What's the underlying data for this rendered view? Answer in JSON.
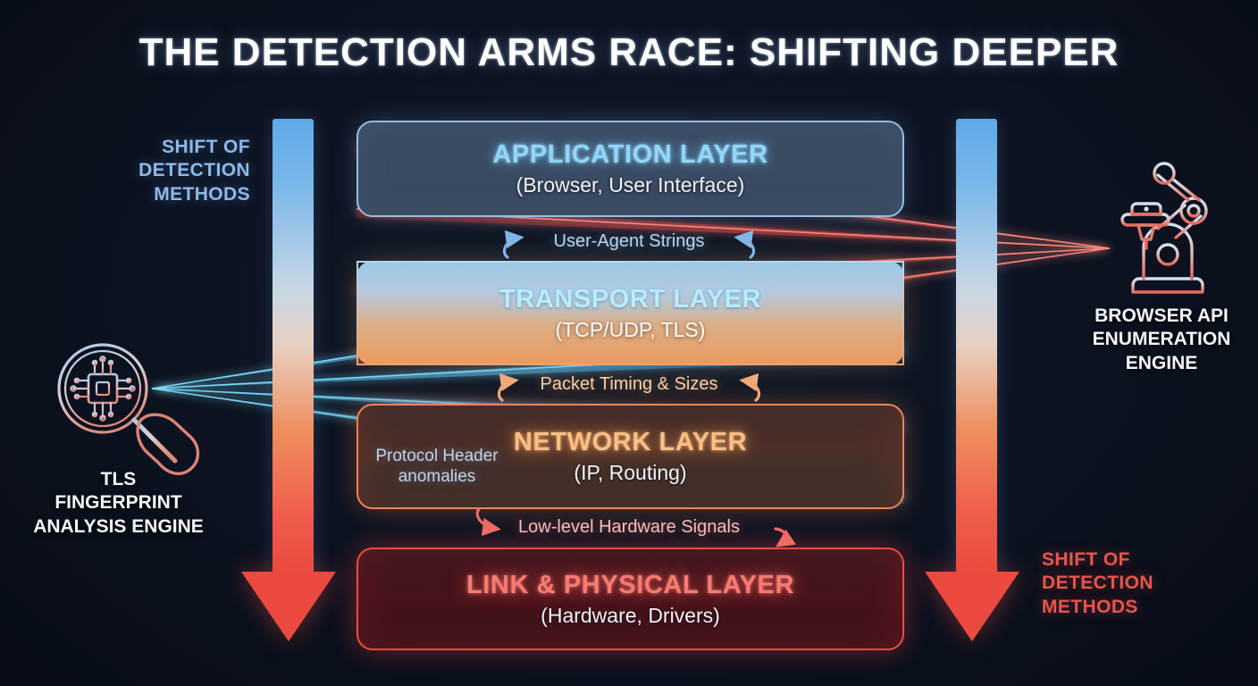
{
  "title": "THE DETECTION ARMS RACE: SHIFTING DEEPER",
  "colors": {
    "background": "#0d1320",
    "title_text": "#fdfdff",
    "shift_left": "#8fb8e8",
    "shift_right": "#e8544c",
    "application_accent": "#8fd6fa",
    "transport_accent": "#b9ecff",
    "network_accent": "#fbbf85",
    "link_accent": "#f97a72",
    "beam_blue": "#3fb6f2",
    "beam_red": "#ef3b36"
  },
  "side_labels": {
    "left": "SHIFT OF\nDETECTION\nMETHODS",
    "right": "SHIFT OF\nDETECTION\nMETHODS"
  },
  "layers": [
    {
      "name": "APPLICATION LAYER",
      "detail": "(Browser, User Interface)"
    },
    {
      "name": "TRANSPORT LAYER",
      "detail": "(TCP/UDP, TLS)"
    },
    {
      "name": "NETWORK LAYER",
      "detail": "(IP, Routing)"
    },
    {
      "name": "LINK & PHYSICAL LAYER",
      "detail": "(Hardware, Drivers)"
    }
  ],
  "connectors": [
    {
      "label": "User-Agent Strings"
    },
    {
      "label": "Packet Timing & Sizes"
    },
    {
      "label": "Low-level Hardware Signals"
    }
  ],
  "overlay_note": "Protocol Header\nanomalies",
  "engines": {
    "left": {
      "icon": "magnifier-circuit-icon",
      "caption": "TLS\nFINGERPRINT\nANALYSIS ENGINE"
    },
    "right": {
      "icon": "robot-arm-icon",
      "caption": "BROWSER API\nENUMERATION\nENGINE"
    }
  }
}
